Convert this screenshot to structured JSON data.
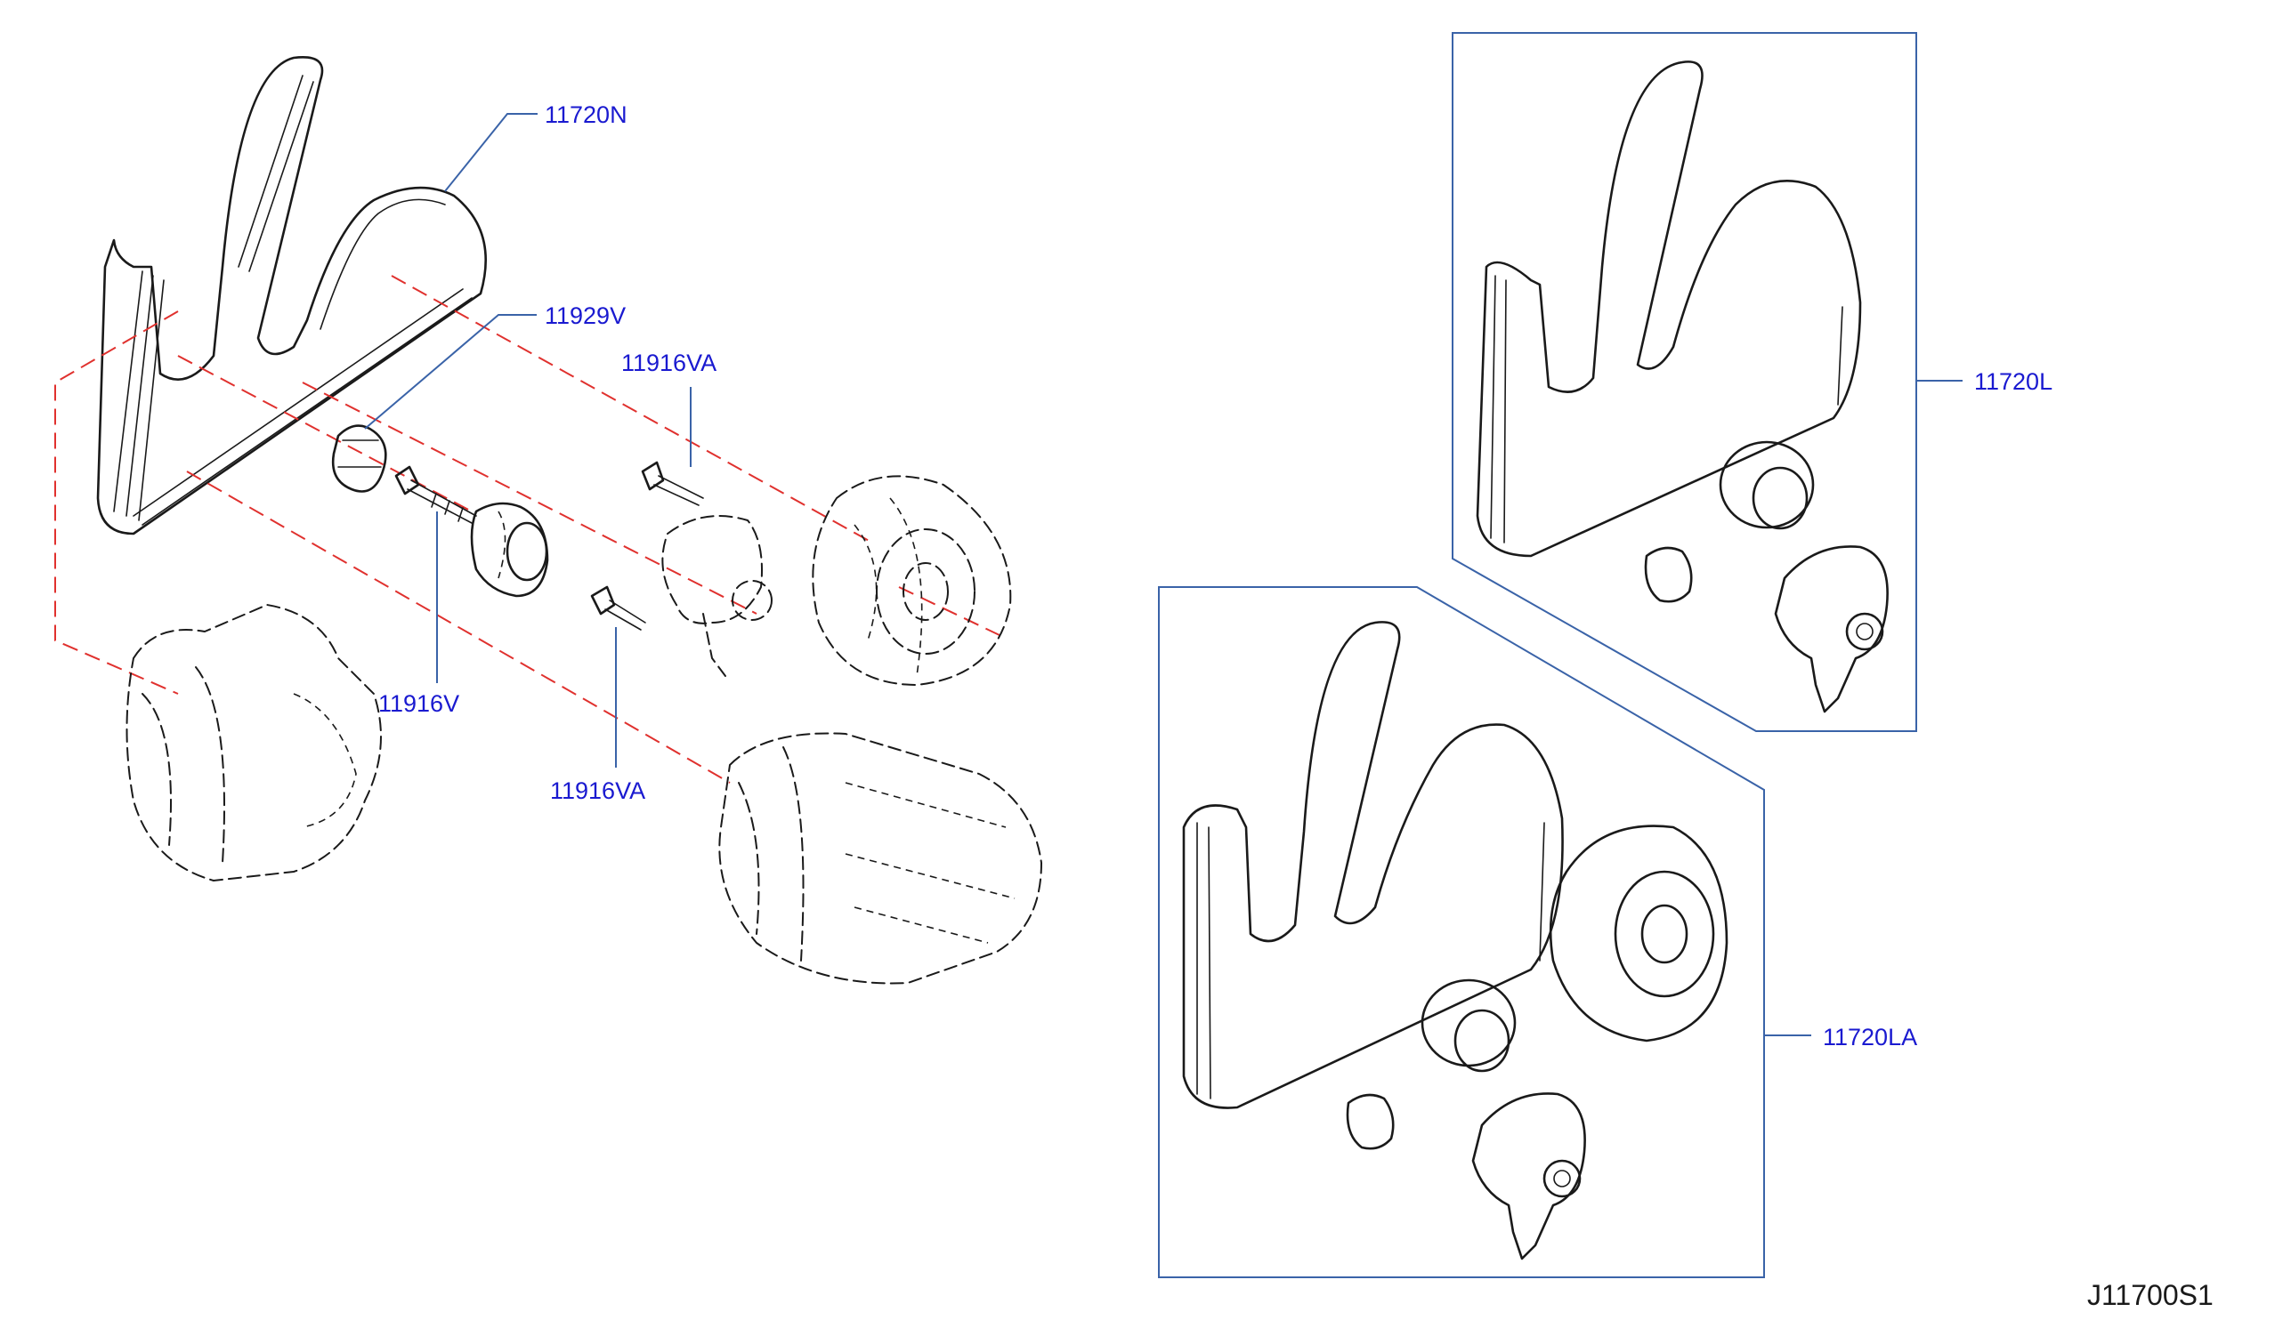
{
  "callouts": {
    "belt_main": "11720N",
    "collar": "11929V",
    "bolt_upper": "11916VA",
    "bolt_idler": "11916V",
    "bolt_lower": "11916VA",
    "kit_upper": "11720L",
    "kit_lower": "11720LA"
  },
  "diagram_code": "J11700S1",
  "colors": {
    "callout_text": "#1a1ad0",
    "leader": "#3a63a8",
    "phantom_line": "#e0312e",
    "linework": "#1a1a1a",
    "background": "#ffffff"
  }
}
